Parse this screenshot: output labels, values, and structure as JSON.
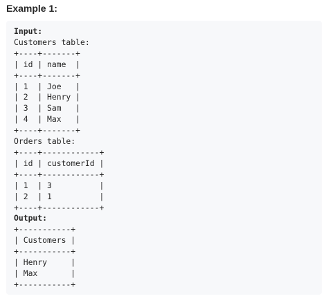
{
  "heading": "Example 1:",
  "input_label": "Input:",
  "customers_table_title": "Customers table:",
  "customers_table_lines": [
    "+----+-------+",
    "| id | name  |",
    "+----+-------+",
    "| 1  | Joe   |",
    "| 2  | Henry |",
    "| 3  | Sam   |",
    "| 4  | Max   |",
    "+----+-------+"
  ],
  "orders_table_title": "Orders table:",
  "orders_table_lines": [
    "+----+------------+",
    "| id | customerId |",
    "+----+------------+",
    "| 1  | 3          |",
    "| 2  | 1          |",
    "+----+------------+"
  ],
  "output_label": "Output:",
  "output_table_lines": [
    "+-----------+",
    "| Customers |",
    "+-----------+",
    "| Henry     |",
    "| Max       |",
    "+-----------+"
  ]
}
